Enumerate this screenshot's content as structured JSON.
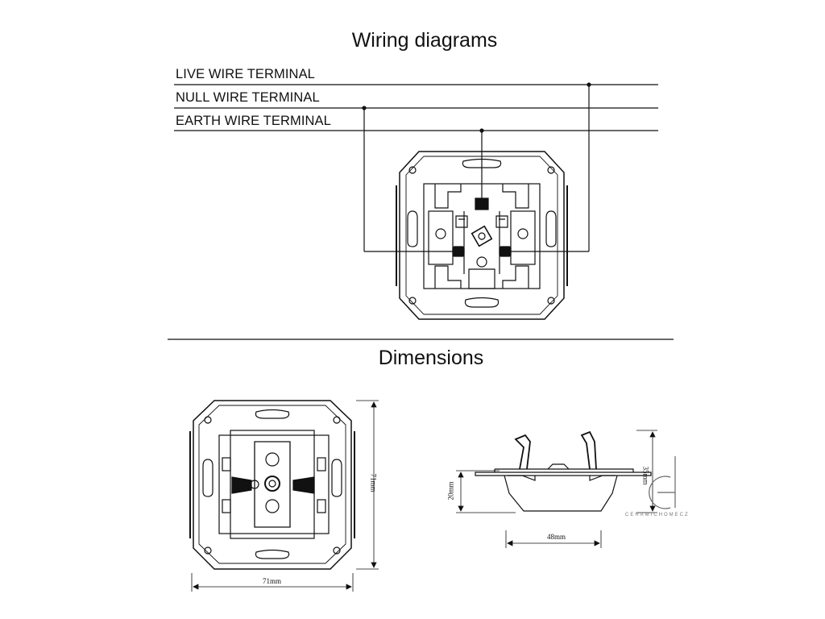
{
  "wiring": {
    "title": "Wiring diagrams",
    "terminals": [
      {
        "label": "LIVE WIRE TERMINAL"
      },
      {
        "label": "NULL WIRE TERMINAL"
      },
      {
        "label": "EARTH WIRE TERMINAL"
      }
    ]
  },
  "dimensions": {
    "title": "Dimensions",
    "front_width": "71mm",
    "front_height": "71mm",
    "body_width": "48mm",
    "body_depth": "20mm",
    "total_depth": "35mm"
  },
  "watermark": {
    "text": "CERAMICHOMECZ"
  }
}
